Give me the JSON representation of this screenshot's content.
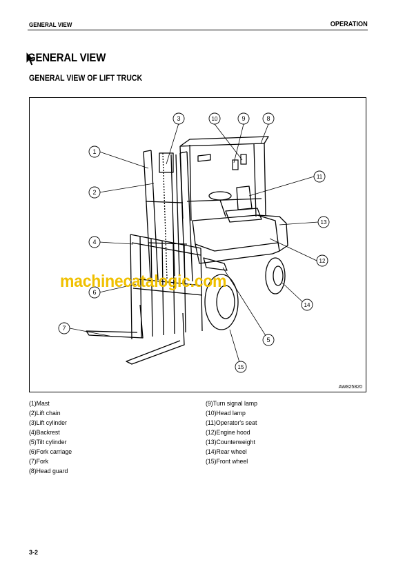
{
  "header": {
    "left": "GENERAL VIEW",
    "right": "OPERATION"
  },
  "title": "GENERAL VIEW",
  "subtitle": "GENERAL VIEW OF LIFT TRUCK",
  "figure": {
    "code": "AW825820",
    "callouts": [
      "1",
      "2",
      "3",
      "4",
      "5",
      "6",
      "7",
      "8",
      "9",
      "10",
      "11",
      "12",
      "13",
      "14",
      "15"
    ]
  },
  "watermark": "machinecatalogic.com",
  "legend_left": [
    "(1)Mast",
    "(2)Lift chain",
    "(3)Lift cylinder",
    "(4)Backrest",
    "(5)Tilt cylinder",
    "(6)Fork carriage",
    "(7)Fork",
    "(8)Head guard"
  ],
  "legend_right": [
    "(9)Turn signal lamp",
    "(10)Head lamp",
    "(11)Operator's seat",
    "(12)Engine hood",
    "(13)Counterweight",
    "(14)Rear wheel",
    "(15)Front wheel"
  ],
  "page_number": "3-2"
}
